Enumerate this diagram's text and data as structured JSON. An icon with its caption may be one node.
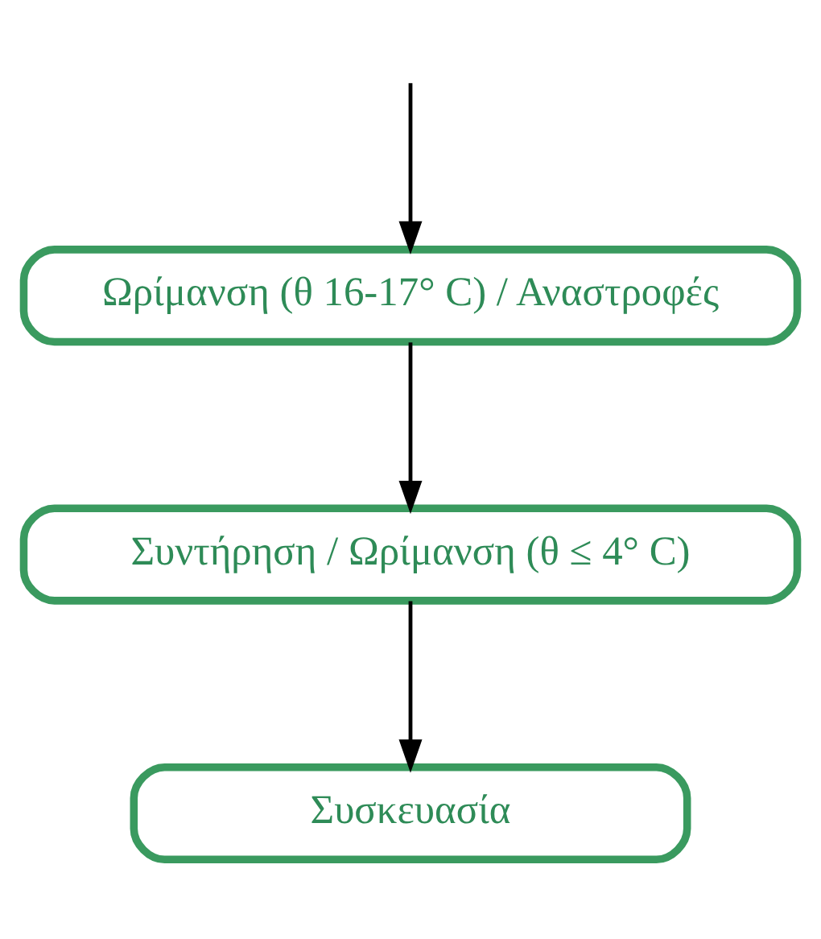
{
  "diagram": {
    "nodes": [
      {
        "text": [
          "Ωρίμανση (θ 16-17° C) / Αναστροφές"
        ]
      },
      {
        "text": [
          "Συντήρηση / Ωρίμανση (θ ≤ 4° C)"
        ]
      },
      {
        "text": [
          "Συσκευασία"
        ]
      }
    ],
    "edges": [
      {
        "from": null,
        "to": 0,
        "arrow": "to"
      },
      {
        "from": 0,
        "to": 1,
        "arrow": "to"
      },
      {
        "from": 1,
        "to": 2,
        "arrow": "to"
      }
    ]
  }
}
